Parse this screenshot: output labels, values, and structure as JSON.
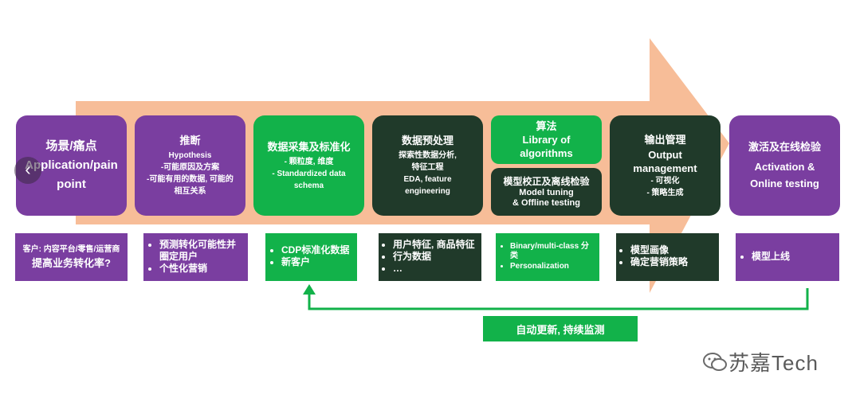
{
  "colors": {
    "arrow": "#f7bd98",
    "purple": "#7a3ea0",
    "green": "#12b24a",
    "dark": "#203a2a"
  },
  "stages": [
    {
      "title": "场景/痛点",
      "title_en": "Application/pain point"
    },
    {
      "title": "推断",
      "lines": [
        "Hypothesis",
        "-可能原因及方案",
        "-可能有用的数据, 可能的",
        "相互关系"
      ]
    },
    {
      "title": "数据采集及标准化",
      "lines": [
        "- 颗粒度, 维度",
        "- Standardized data",
        "schema"
      ]
    },
    {
      "title": "数据预处理",
      "lines": [
        "探索性数据分析,",
        "特征工程",
        "EDA, feature",
        "engineering"
      ]
    },
    {
      "title": "算法",
      "lines": [
        "Library of",
        "algorithms"
      ]
    },
    {
      "title": "模型校正及离线检验",
      "lines": [
        "Model tuning",
        "& Offline testing"
      ]
    },
    {
      "title": "输出管理",
      "lines": [
        "Output",
        "management",
        "- 可视化",
        "- 策略生成"
      ]
    },
    {
      "title": "激活及在线检验",
      "lines": [
        "Activation &",
        "Online testing"
      ]
    }
  ],
  "details": {
    "d1": {
      "line1": "客户: 内容平台/零售/运营商",
      "line2": "提高业务转化率?"
    },
    "d2": [
      "预测转化可能性并圈定用户",
      "个性化营销"
    ],
    "d3": [
      "CDP标准化数据",
      "新客户"
    ],
    "d4": [
      "用户特征, 商品特征",
      "行为数据",
      "…"
    ],
    "d5": [
      "Binary/multi-class 分类",
      "Personalization"
    ],
    "d6": [
      "模型画像",
      "确定营销策略"
    ],
    "d7": [
      "模型上线"
    ]
  },
  "feedback": "自动更新, 持续监测",
  "nav_symbol": "‹",
  "logo_text": "苏嘉Tech"
}
